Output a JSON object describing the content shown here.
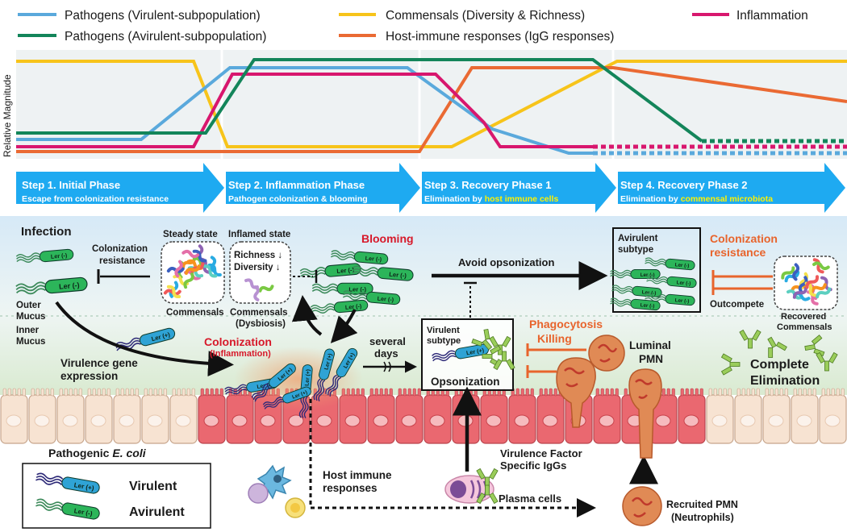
{
  "legend": {
    "virulent": "Pathogens (Virulent-subpopulation)",
    "avirulent": "Pathogens (Avirulent-subpopulation)",
    "commensals": "Commensals (Diversity & Richness)",
    "immune": "Host-immune responses (IgG responses)",
    "inflammation": "Inflammation",
    "colors": {
      "virulent": "#5aa9dc",
      "avirulent": "#13855a",
      "commensals": "#f7c41a",
      "immune": "#ea6a33",
      "inflammation": "#d8176e"
    }
  },
  "y_axis_label": "Relative Magnitude",
  "steps": [
    {
      "title": "Step 1. Initial Phase",
      "subtitle": "Escape from colonization resistance",
      "highlight": ""
    },
    {
      "title": "Step 2. Inflammation Phase",
      "subtitle": "Pathogen colonization & blooming",
      "highlight": ""
    },
    {
      "title": "Step 3. Recovery Phase 1",
      "subtitle": "Elimination by ",
      "highlight": "host immune cells"
    },
    {
      "title": "Step 4. Recovery Phase 2",
      "subtitle": "Elimination by ",
      "highlight": "commensal microbiota"
    }
  ],
  "labels": {
    "infection": "Infection",
    "colonization_resistance_1": "Colonization",
    "colonization_resistance_2": "resistance",
    "steady_state": "Steady state",
    "inflamed_state": "Inflamed state",
    "richness": "Richness ↓",
    "diversity": "Diversity ↓",
    "commensals": "Commensals",
    "commensals_dysbiosis_1": "Commensals",
    "commensals_dysbiosis_2": "(Dysbiosis)",
    "blooming": "Blooming",
    "avoid_opsonization": "Avoid opsonization",
    "avirulent_subtype_1": "Avirulent",
    "avirulent_subtype_2": "subtype",
    "colonization_resistance_red_1": "Colonization",
    "colonization_resistance_red_2": "resistance",
    "outcompete": "Outcompete",
    "recovered_commensals_1": "Recovered",
    "recovered_commensals_2": "Commensals",
    "outer_mucus": "Outer",
    "outer_mucus_2": "Mucus",
    "inner_mucus": "Inner",
    "inner_mucus_2": "Mucus",
    "virulence_gene_1": "Virulence gene",
    "virulence_gene_2": "expression",
    "colonization": "Colonization",
    "inflammation_paren": "(Inflammation)",
    "several_days_1": "several",
    "several_days_2": "days",
    "virulent_subtype_1": "Virulent",
    "virulent_subtype_2": "subtype",
    "opsonization": "Opsonization",
    "phagocytosis_1": "Phagocytosis",
    "phagocytosis_2": "Killing",
    "luminal_pmn_1": "Luminal",
    "luminal_pmn_2": "PMN",
    "complete_elimination_1": "Complete",
    "complete_elimination_2": "Elimination",
    "pathogenic": "Pathogenic ",
    "ecoli": "E. coli",
    "virulent": "Virulent",
    "avirulent": "Avirulent",
    "host_immune_1": "Host immune",
    "host_immune_2": "responses",
    "vf_igg_1": "Virulence Factor",
    "vf_igg_2": "Specific IgGs",
    "plasma_cells": "Plasma cells",
    "recruited_pmn_1": "Recruited PMN",
    "recruited_pmn_2": "(Neutrophils)",
    "ler_minus": "Ler (-)",
    "ler_plus": "Ler (+)"
  }
}
